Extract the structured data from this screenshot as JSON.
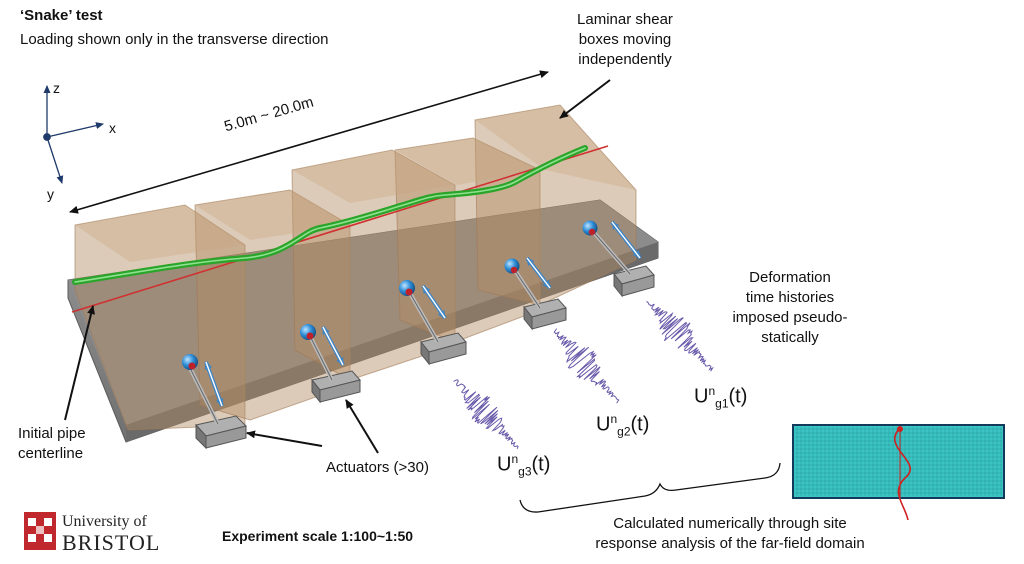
{
  "header": {
    "title": "‘Snake’ test",
    "subtitle": "Loading shown only in the transverse direction"
  },
  "axes": {
    "z": "z",
    "x": "x",
    "y": "y"
  },
  "labels": {
    "laminar": [
      "Laminar shear",
      "boxes moving",
      "independently"
    ],
    "length": "5.0m ~ 20.0m",
    "deformation": [
      "Deformation",
      "time histories",
      "imposed pseudo-",
      "statically"
    ],
    "pipe": [
      "Initial pipe",
      "centerline"
    ],
    "actuators": "Actuators (>30)",
    "calculated": [
      "Calculated numerically through site",
      "response analysis of the far-field domain"
    ],
    "scale": "Experiment scale 1:100~1:50"
  },
  "signals": {
    "base": "U",
    "sup": "n",
    "g1": {
      "sub": "g1",
      "arg": "(t)"
    },
    "g2": {
      "sub": "g2",
      "arg": "(t)"
    },
    "g3": {
      "sub": "g3",
      "arg": "(t)"
    }
  },
  "logo": {
    "line1": "University of",
    "line2": "BRISTOL"
  },
  "colors": {
    "box_fill": "#b48c64",
    "base_plate": "#8a8a8a",
    "pipe": "#2aa52a",
    "centerline": "#d03030",
    "arrow": "#6fa8dc",
    "signal": "#6a5aaa",
    "mesh": "#3cc4c4",
    "logo": "#c0282e"
  }
}
